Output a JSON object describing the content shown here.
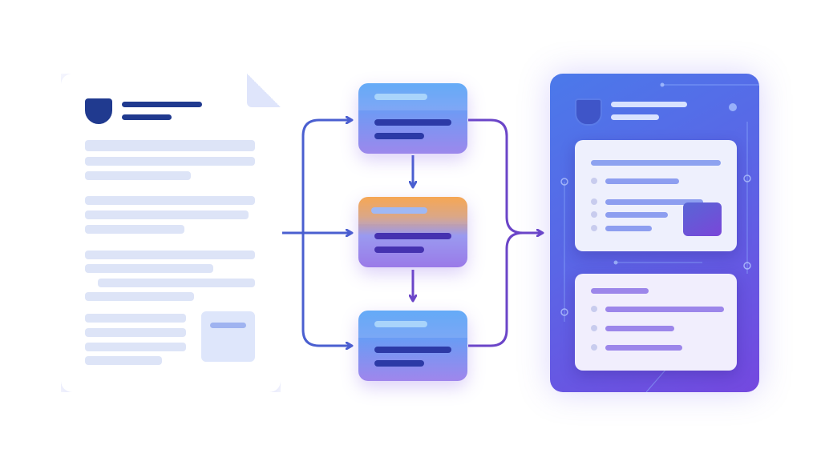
{
  "diagram": {
    "nodes": [
      {
        "id": "source-document",
        "kind": "document"
      },
      {
        "id": "process-card-1",
        "kind": "card"
      },
      {
        "id": "process-card-2",
        "kind": "card",
        "accent": "#f6a24a"
      },
      {
        "id": "process-card-3",
        "kind": "card"
      },
      {
        "id": "output-panel",
        "kind": "panel"
      }
    ],
    "edges": [
      [
        "source-document",
        "process-card-1"
      ],
      [
        "source-document",
        "process-card-2"
      ],
      [
        "source-document",
        "process-card-3"
      ],
      [
        "process-card-1",
        "process-card-2"
      ],
      [
        "process-card-2",
        "process-card-3"
      ],
      [
        "process-card-1",
        "output-panel"
      ],
      [
        "process-card-3",
        "output-panel"
      ]
    ],
    "colors": {
      "arrow_blue": "#4a5fd0",
      "arrow_purple": "#6b45c8",
      "panel_start": "#4b79ea",
      "panel_end": "#7448df",
      "card_accent_orange": "#f6a24a",
      "doc_line": "#dde4f7",
      "shield": "#203a8f"
    }
  }
}
